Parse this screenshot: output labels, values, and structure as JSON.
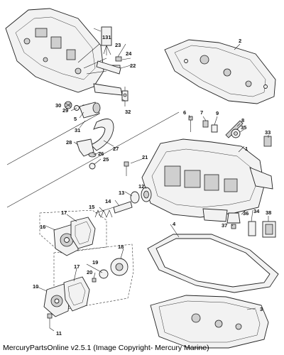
{
  "footer": "MercuryPartsOnline v2.5.1 (Image Copyright- Mercury Marine)",
  "callouts": {
    "c1": "1",
    "c2": "2",
    "c3": "3",
    "c4": "4",
    "c5": "5",
    "c6": "6",
    "c7": "7",
    "c8": "8",
    "c9": "9",
    "c10": "10",
    "c11": "11",
    "c12": "12",
    "c13": "13",
    "c14": "14",
    "c15": "15",
    "c16": "16",
    "c17a": "17",
    "c17b": "17",
    "c18": "18",
    "c19": "19",
    "c20": "20",
    "c21": "21",
    "c22": "22",
    "c23": "23",
    "c24": "24",
    "c25": "25",
    "c26": "26",
    "c27": "27",
    "c28": "28",
    "c29": "29",
    "c30": "30",
    "c31": "31",
    "c32": "32",
    "c33": "33",
    "c34": "34",
    "c35": "35",
    "c36": "36",
    "c37": "37",
    "c38": "38"
  },
  "tag_label": "131"
}
